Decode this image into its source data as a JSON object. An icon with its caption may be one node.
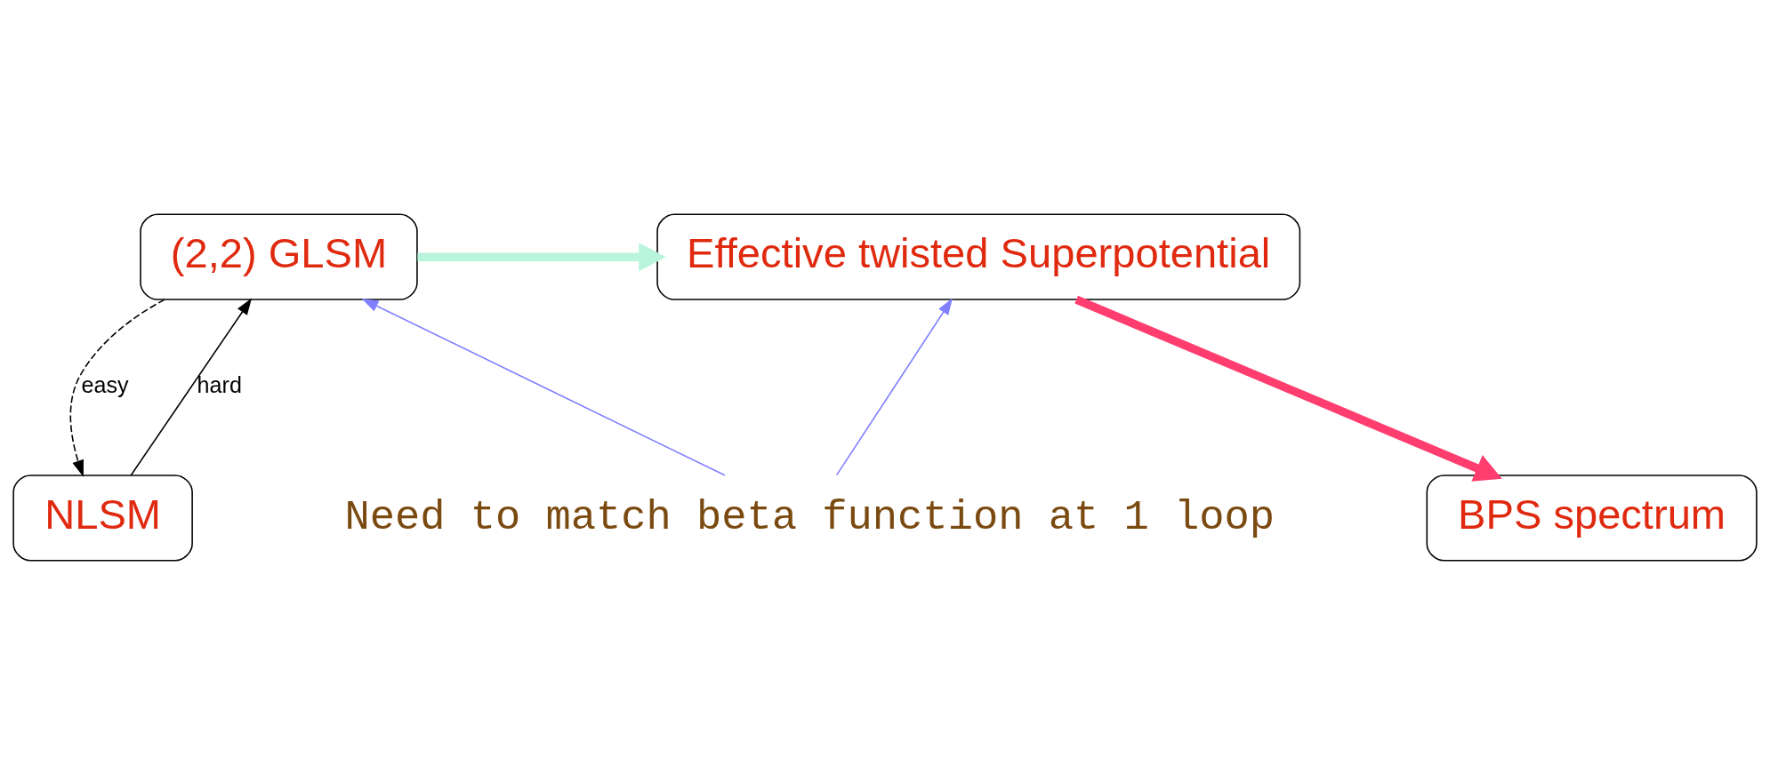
{
  "diagram": {
    "nodes": [
      {
        "text": [
          "(2,2) GLSM"
        ]
      },
      {
        "text": [
          "Effective twisted Superpotential"
        ]
      },
      {
        "text": [
          "NLSM"
        ]
      },
      {
        "text": [
          "Need to match beta function at 1 loop"
        ]
      },
      {
        "text": [
          "BPS spectrum"
        ]
      }
    ],
    "edges": [
      {
        "from": 0,
        "to": 1,
        "arrow": "to",
        "style": "thick",
        "color": "#b8f5dc"
      },
      {
        "from": 0,
        "to": 2,
        "arrow": "to",
        "label": "easy",
        "style": "dashed"
      },
      {
        "from": 2,
        "to": 0,
        "arrow": "to",
        "label": "hard"
      },
      {
        "from": 3,
        "to": 0,
        "arrow": "to",
        "color": "#8080ff"
      },
      {
        "from": 3,
        "to": 1,
        "arrow": "to",
        "color": "#8080ff"
      },
      {
        "from": 1,
        "to": 4,
        "arrow": "to",
        "style": "thick",
        "color": "#ff3d6e"
      }
    ]
  }
}
